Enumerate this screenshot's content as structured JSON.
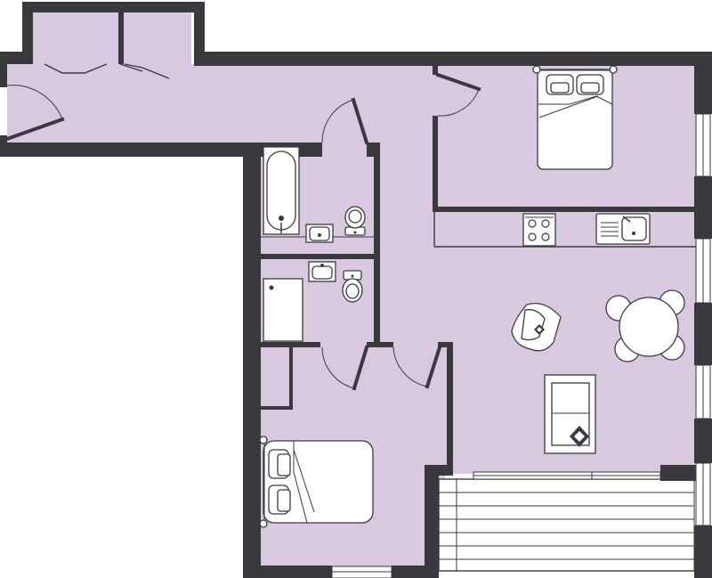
{
  "floorplan": {
    "colors": {
      "floor": "#d8c8e0",
      "walls": "#3a3a3e",
      "fixtures": "#ffffff",
      "background": "#ffffff"
    },
    "rooms": [
      {
        "id": "entrance-hall",
        "label": ""
      },
      {
        "id": "bedroom-one",
        "label": ""
      },
      {
        "id": "bathroom",
        "label": ""
      },
      {
        "id": "shower-room",
        "label": ""
      },
      {
        "id": "bedroom-two",
        "label": ""
      },
      {
        "id": "living-kitchen",
        "label": ""
      },
      {
        "id": "balcony",
        "label": ""
      }
    ],
    "icons": [
      "double-bed-icon",
      "bathtub-icon",
      "toilet-icon",
      "basin-icon",
      "shower-tray-icon",
      "hob-icon",
      "sink-icon",
      "armchair-icon",
      "dining-table-icon",
      "sofa-icon",
      "door-icon",
      "window-icon"
    ]
  }
}
